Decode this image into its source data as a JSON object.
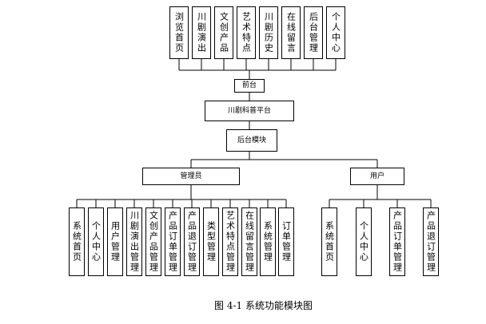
{
  "top_modules": [
    "浏览首页",
    "川剧演出",
    "文创产品",
    "艺术特点",
    "川剧历史",
    "在线留言",
    "后台管理",
    "个人中心"
  ],
  "front_label": "前台",
  "platform_label": "川剧科普平台",
  "backend_label": "后台模块",
  "admin_label": "管理员",
  "user_label": "用户",
  "admin_modules": [
    "系统首页",
    "个人中心",
    "用户管理",
    "川剧演出管理",
    "文创产品管理",
    "产品订单管理",
    "产品退订管理",
    "类型管理",
    "艺术特点管理",
    "在线留言管理",
    "系统管理",
    "订单管理"
  ],
  "user_modules": [
    "系统首页",
    "个人中心",
    "产品订单管理",
    "产品退订管理"
  ],
  "caption": "图 4-1  系统功能模块图"
}
